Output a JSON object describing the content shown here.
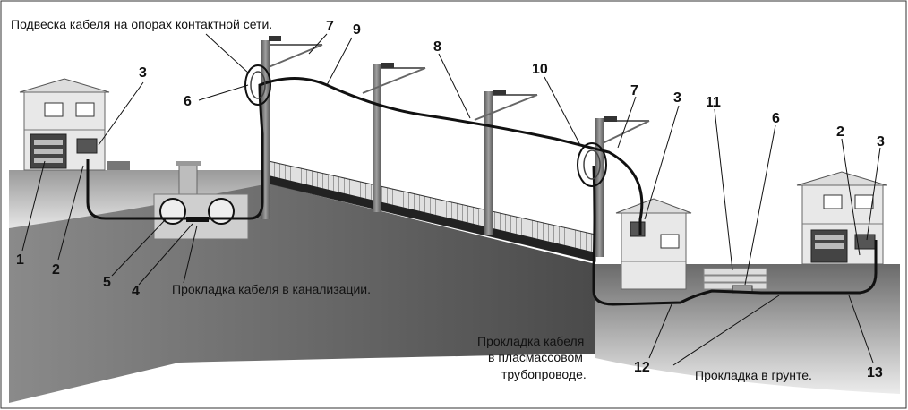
{
  "labels": {
    "suspension": "Подвеска кабеля на опорах контактной сети.",
    "sewer": "Прокладка кабеля в канализации.",
    "pipe_line1": "Прокладка кабеля",
    "pipe_line2": "в пласмассовом",
    "pipe_line3": "трубопроводе.",
    "ground": "Прокладка в грунте."
  },
  "callouts": [
    "1",
    "2",
    "3",
    "4",
    "5",
    "6",
    "7",
    "8",
    "9",
    "10",
    "11",
    "12",
    "13"
  ]
}
